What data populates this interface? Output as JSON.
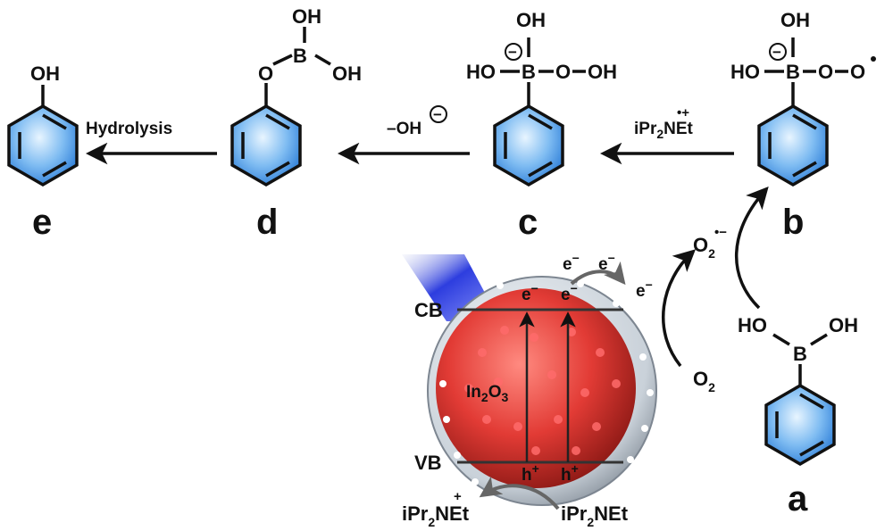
{
  "colors": {
    "ring_fill_light": "#cfe9ff",
    "ring_fill_dark": "#2f7fd8",
    "bond": "#111111",
    "sphere_core": "#e23b35",
    "sphere_dots": "#ff5a5a",
    "shell": "#b9c2cc",
    "light_beam": "#2233dd",
    "arrow_gray": "#555555"
  },
  "compounds": {
    "a": {
      "label": "a",
      "atoms": {
        "B": "B",
        "OH_left": "HO",
        "OH_right": "OH"
      }
    },
    "b": {
      "label": "b",
      "atoms": {
        "B": "B",
        "OH_top": "OH",
        "HO_left": "HO",
        "O1": "O",
        "O2": "O",
        "minus": "−"
      }
    },
    "c": {
      "label": "c",
      "atoms": {
        "B": "B",
        "OH_top": "OH",
        "HO_left": "HO",
        "O1": "O",
        "OH_right": "OH",
        "minus": "−"
      }
    },
    "d": {
      "label": "d",
      "atoms": {
        "B": "B",
        "OH_top": "OH",
        "OH_right": "OH",
        "O": "O"
      }
    },
    "e": {
      "label": "e",
      "atoms": {
        "OH": "OH"
      }
    }
  },
  "reagents": {
    "hydrolysis": "Hydrolysis",
    "hydroxide": {
      "text": "–OH",
      "charge": "−"
    },
    "radical_cation_top": {
      "base": "iPr",
      "sub": "2",
      "rest": "NEt",
      "mark": "•+"
    },
    "amine_bottom": {
      "base": "iPr",
      "sub": "2",
      "rest": "NEt"
    },
    "cation_bottom": {
      "base": "iPr",
      "sub": "2",
      "rest": "NEt",
      "mark": "+"
    },
    "oxygen": {
      "base": "O",
      "sub": "2"
    },
    "superoxide": {
      "base": "O",
      "sub": "2",
      "sup": "•−"
    }
  },
  "semiconductor": {
    "material": {
      "base": "In",
      "sub1": "2",
      "mid": "O",
      "sub2": "3"
    },
    "cb": "CB",
    "vb": "VB",
    "electron": "e",
    "electron_sup": "−",
    "hole": "h",
    "hole_sup": "+"
  }
}
